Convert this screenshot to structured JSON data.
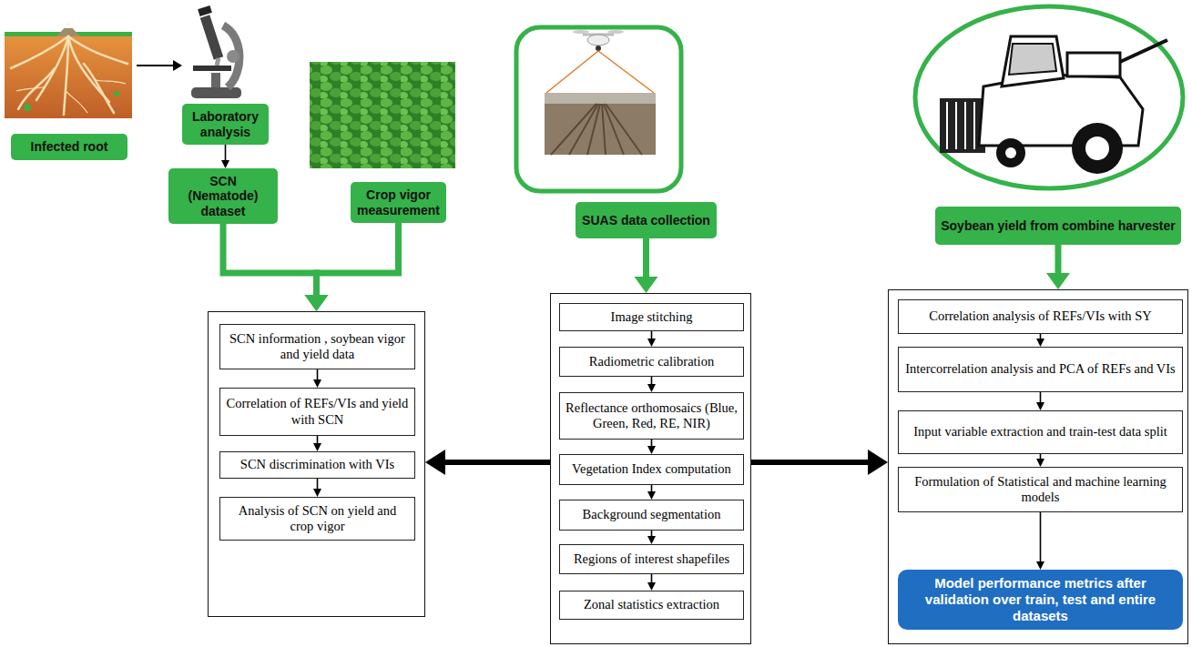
{
  "diagram": {
    "nodes": [
      {
        "text": [
          "Infected root"
        ]
      },
      {
        "text": [
          "Laboratory analysis"
        ]
      },
      {
        "text": [
          "SCN (Nematode) dataset"
        ]
      },
      {
        "text": [
          "Crop vigor measurement"
        ]
      },
      {
        "text": [
          "SUAS data collection"
        ]
      },
      {
        "text": [
          "Soybean yield from combine harvester"
        ]
      },
      {
        "text": []
      },
      {
        "text": [
          "SCN information , soybean vigor and yield data"
        ],
        "in": 6
      },
      {
        "text": [
          "Correlation of REFs/VIs and yield with SCN"
        ],
        "in": 6
      },
      {
        "text": [
          "SCN discrimination with VIs"
        ],
        "in": 6
      },
      {
        "text": [
          "Analysis of SCN on yield and crop vigor"
        ],
        "in": 6
      },
      {
        "text": []
      },
      {
        "text": [
          "Image stitching"
        ],
        "in": 11
      },
      {
        "text": [
          "Radiometric calibration"
        ],
        "in": 11
      },
      {
        "text": [
          "Reflectance orthomosaics (Blue, Green, Red, RE, NIR)"
        ],
        "in": 11
      },
      {
        "text": [
          "Vegetation Index computation"
        ],
        "in": 11
      },
      {
        "text": [
          "Background segmentation"
        ],
        "in": 11
      },
      {
        "text": [
          "Regions of interest shapefiles"
        ],
        "in": 11
      },
      {
        "text": [
          "Zonal statistics extraction"
        ],
        "in": 11
      },
      {
        "text": []
      },
      {
        "text": [
          "Correlation analysis of REFs/VIs with SY"
        ],
        "in": 19
      },
      {
        "text": [
          "Intercorrelation analysis and PCA of REFs and VIs"
        ],
        "in": 19
      },
      {
        "text": [
          "Input variable extraction and train-test data split"
        ],
        "in": 19
      },
      {
        "text": [
          "Formulation of Statistical and machine learning models"
        ],
        "in": 19
      },
      {
        "text": [
          "Model performance metrics after validation over train, test and entire datasets"
        ],
        "in": 19
      }
    ],
    "edges": [
      {
        "from": 1,
        "to": 2,
        "arrow": "to"
      },
      {
        "from": 2,
        "to": 6,
        "arrow": "to"
      },
      {
        "from": 3,
        "to": 6,
        "arrow": "to"
      },
      {
        "from": 4,
        "to": 11,
        "arrow": "to"
      },
      {
        "from": 5,
        "to": 19,
        "arrow": "to"
      },
      {
        "from": 11,
        "to": 6,
        "arrow": "to"
      },
      {
        "from": 11,
        "to": 19,
        "arrow": "to"
      },
      {
        "from": 7,
        "to": 8,
        "arrow": "to"
      },
      {
        "from": 8,
        "to": 9,
        "arrow": "to"
      },
      {
        "from": 9,
        "to": 10,
        "arrow": "to"
      },
      {
        "from": 12,
        "to": 13,
        "arrow": "to"
      },
      {
        "from": 13,
        "to": 14,
        "arrow": "to"
      },
      {
        "from": 14,
        "to": 15,
        "arrow": "to"
      },
      {
        "from": 15,
        "to": 16,
        "arrow": "to"
      },
      {
        "from": 16,
        "to": 17,
        "arrow": "to"
      },
      {
        "from": 17,
        "to": 18,
        "arrow": "to"
      },
      {
        "from": 20,
        "to": 21,
        "arrow": "to"
      },
      {
        "from": 21,
        "to": 22,
        "arrow": "to"
      },
      {
        "from": 22,
        "to": 23,
        "arrow": "to"
      },
      {
        "from": 23,
        "to": 24,
        "arrow": "to"
      }
    ]
  }
}
